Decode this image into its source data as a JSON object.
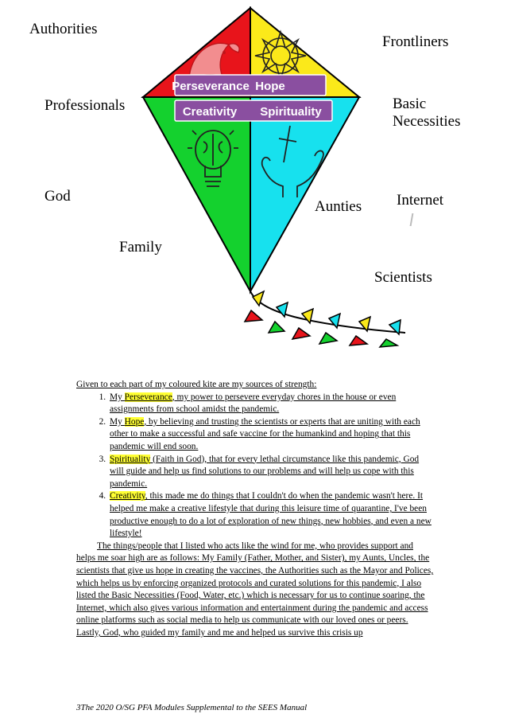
{
  "labels": {
    "authorities": "Authorities",
    "frontliners": "Frontliners",
    "professionals": "Professionals",
    "basic_necessities": [
      "Basic",
      "Necessities"
    ],
    "god": "God",
    "aunties": "Aunties",
    "internet": "Internet",
    "family": "Family",
    "scientists": "Scientists"
  },
  "kite": {
    "banners": [
      "Perseverance",
      "Hope",
      "Creativity",
      "Spirituality"
    ],
    "colors": {
      "top_left": "#e8141b",
      "top_right": "#fbe91a",
      "bottom_left": "#14d12e",
      "bottom_right": "#17e1ee"
    }
  },
  "text": {
    "intro": "Given to each part of my coloured kite are my sources of strength:",
    "items": [
      {
        "pre": "My ",
        "highlight": "Perseverance",
        "post": ", my power to persevere everyday chores in the house or even assignments from school amidst the pandemic."
      },
      {
        "pre": "My ",
        "highlight": "Hope",
        "post": ", by believing and trusting the scientists or experts that are uniting with each other to make a successful and safe vaccine for the humankind and hoping that this pandemic will end soon."
      },
      {
        "pre": "",
        "highlight": "Spirituality",
        "post": " (Faith in God), that for every lethal circumstance like this pandemic, God will guide and help us find solutions to our problems and will help us cope with this pandemic."
      },
      {
        "pre": "",
        "highlight": "Creativity",
        "post": ", this made me do things that I couldn't do when the pandemic wasn't here. It helped me make a creative lifestyle that during this leisure time of quarantine, I've been productive enough to do a lot of exploration of new things, new hobbies, and even a new lifestyle!"
      }
    ],
    "paragraph": "The things/people that I listed who acts like the wind for me, who provides support and helps me soar high are as follows: My Family (Father, Mother, and Sister), my Aunts, Uncles, the scientists that give us hope in creating the vaccines, the Authorities such as the Mayor and Polices, which helps us by enforcing organized protocols and curated solutions for this pandemic, I also listed the Basic Necessities (Food, Water, etc.) which is necessary for us to continue soaring, the Internet, which also gives various information and entertainment during the pandemic and access online platforms such as social media to help us communicate with our loved ones or peers. Lastly, God, who guided my family and me and helped us survive this crisis up"
  },
  "footer": "3The 2020 O/SG PFA Modules Supplemental to the SEES Manual"
}
